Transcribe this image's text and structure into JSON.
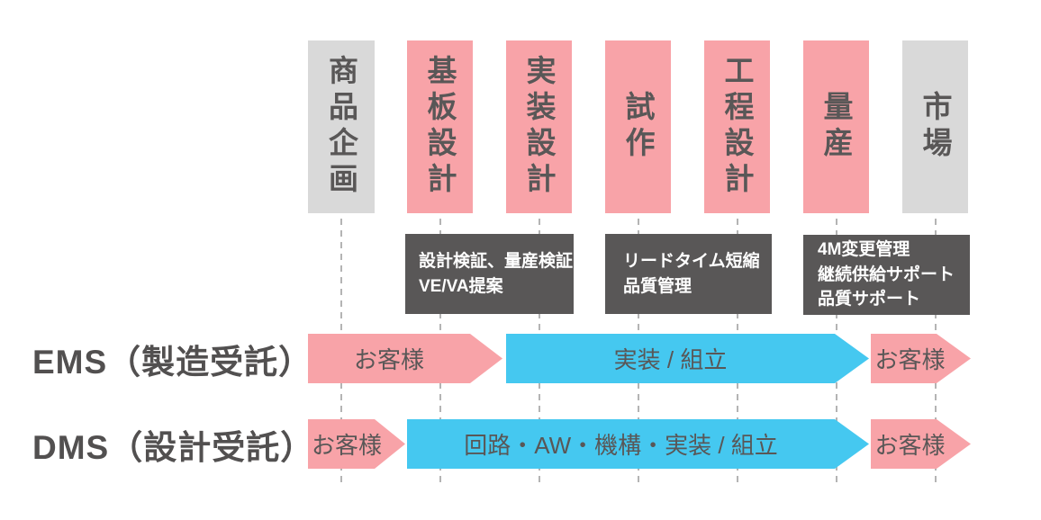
{
  "diagram_title": "EMS/DMS process flow",
  "colors": {
    "pink": "#F8A3A8",
    "cyan": "#45C8F0",
    "gray_phase": "#D9D9D9",
    "dark_box": "#595757",
    "text_dark": "#595757",
    "label_dark": "#525050",
    "dashed_line": "#B4B4B4",
    "white": "#FFFFFF",
    "background": "#FFFFFF"
  },
  "phases": [
    {
      "label": "商品企画",
      "type": "gray"
    },
    {
      "label": "基板設計",
      "type": "pink"
    },
    {
      "label": "実装設計",
      "type": "pink"
    },
    {
      "label": "試作",
      "type": "pink"
    },
    {
      "label": "工程設計",
      "type": "pink"
    },
    {
      "label": "量産",
      "type": "pink"
    },
    {
      "label": "市場",
      "type": "gray"
    }
  ],
  "callouts": [
    {
      "lines": [
        "設計検証、量産検証",
        "VE/VA提案"
      ]
    },
    {
      "lines": [
        "リードタイム短縮",
        "品質管理"
      ]
    },
    {
      "lines": [
        "4M変更管理",
        "継続供給サポート",
        "品質サポート"
      ]
    }
  ],
  "rows": [
    {
      "label": "EMS（製造受託）",
      "segments": [
        {
          "text": "お客様",
          "color": "pink"
        },
        {
          "text": "実装 / 組立",
          "color": "cyan"
        },
        {
          "text": "お客様",
          "color": "pink"
        }
      ]
    },
    {
      "label": "DMS（設計受託）",
      "segments": [
        {
          "text": "お客様",
          "color": "pink"
        },
        {
          "text": "回路・AW・機構・実装 / 組立",
          "color": "cyan"
        },
        {
          "text": "お客様",
          "color": "pink"
        }
      ]
    }
  ]
}
